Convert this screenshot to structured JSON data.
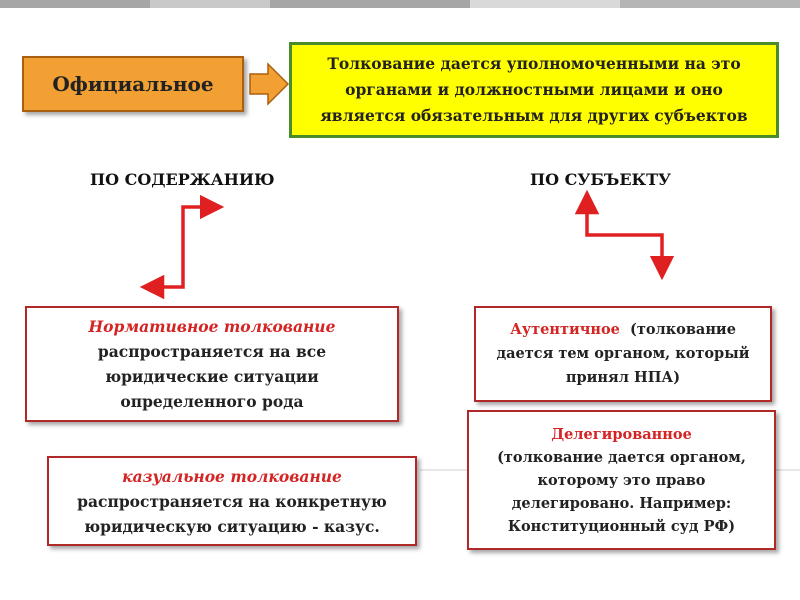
{
  "official": {
    "label": "Официальное"
  },
  "definition": {
    "text": "Толкование дается уполномоченными на это органами и должностными лицами и оно является обязательным для других субъектов"
  },
  "headings": {
    "content": "ПО СОДЕРЖАНИЮ",
    "subject": "ПО СУБЪЕКТУ"
  },
  "normative": {
    "title": "Нормативное толкование",
    "lines": [
      "распространяется на все",
      "юридические ситуации",
      "определенного рода"
    ]
  },
  "casual": {
    "title": "казуальное толкование",
    "lines": [
      "распространяется на конкретную",
      "юридическую ситуацию - казус."
    ]
  },
  "authentic": {
    "title": "Аутентичное",
    "title_rest": "(толкование",
    "lines": [
      "дается тем органом, который",
      "принял НПА)"
    ]
  },
  "delegated": {
    "title": "Делегированное",
    "lines": [
      "(толкование дается органом,",
      "которому это право",
      "делегировано. Например:",
      "Конституционный суд РФ)"
    ]
  },
  "colors": {
    "accent_red": "#d42424",
    "official_fill": "#f2a033",
    "definition_fill": "#ffff00",
    "definition_border": "#4a8b2a"
  }
}
